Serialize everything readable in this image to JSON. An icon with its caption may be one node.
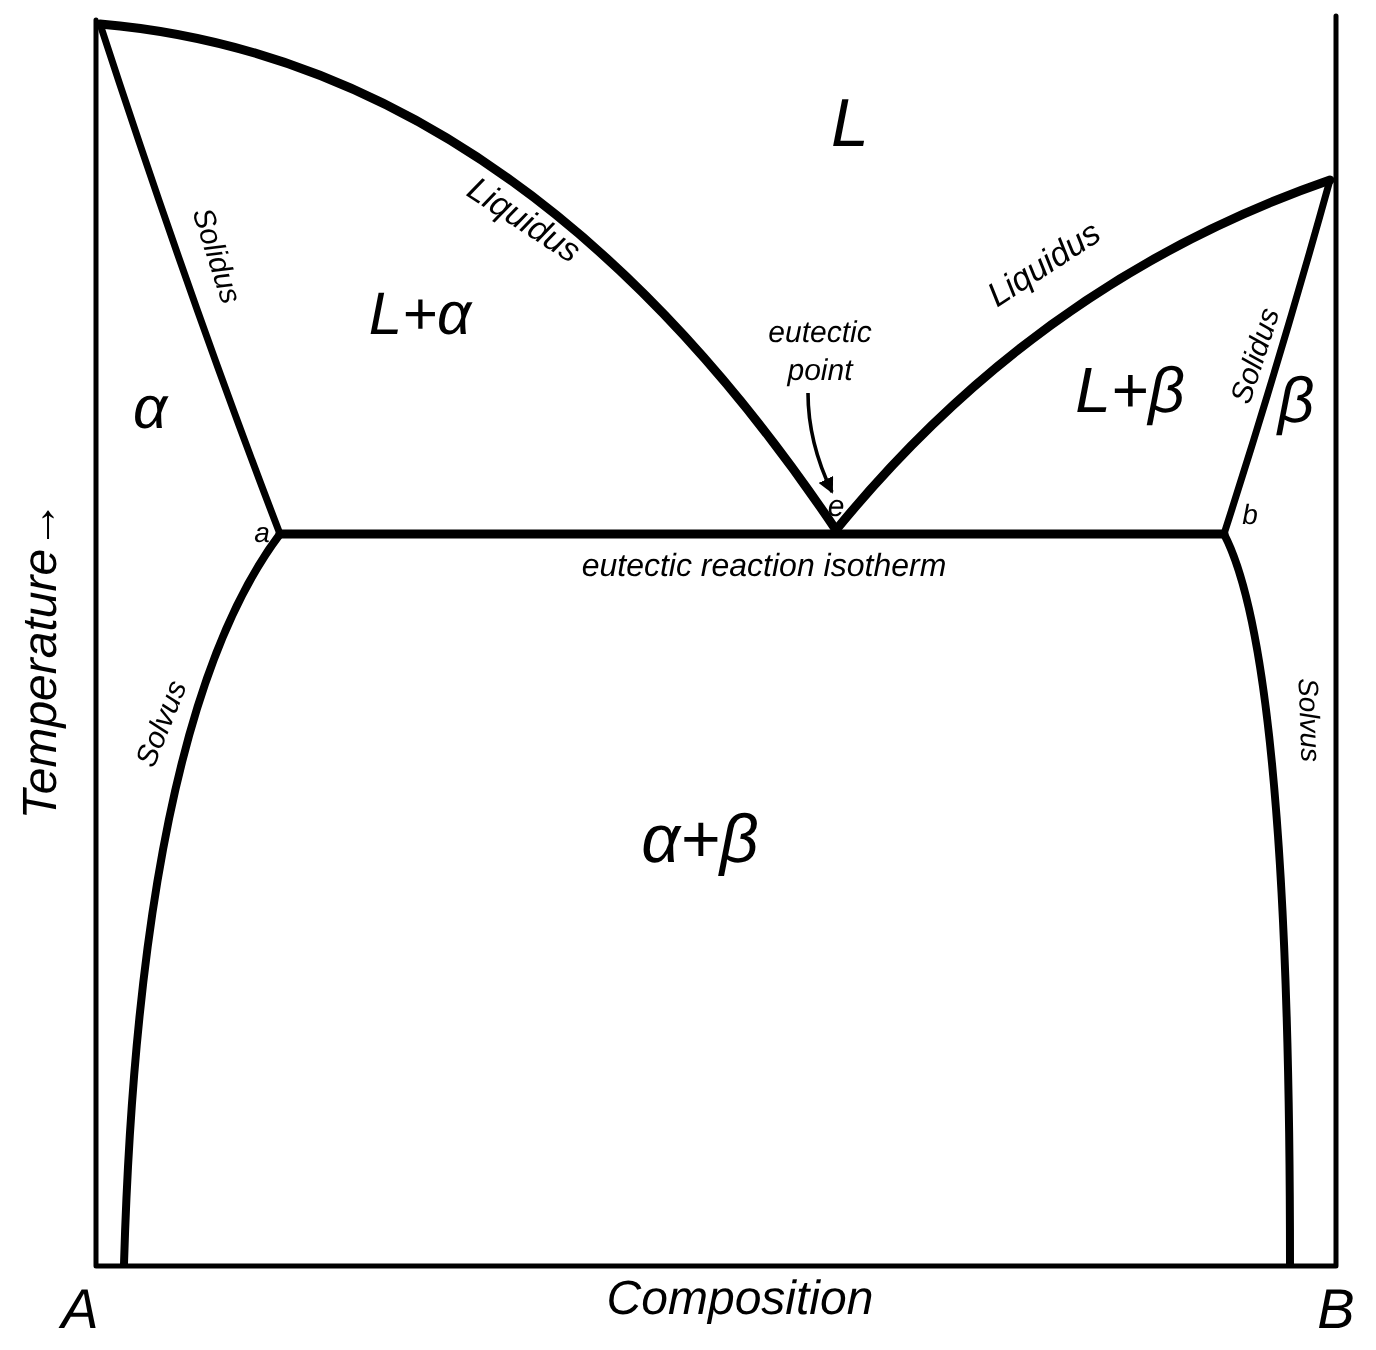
{
  "diagram": {
    "nodes": [
      {
        "text": [
          "eutectic point"
        ]
      },
      {
        "text": [
          "e"
        ]
      }
    ],
    "edges": [
      {
        "from": 0,
        "to": 1,
        "arrow": "to"
      }
    ],
    "labels": [
      "L",
      "Solidus",
      "Liquidus",
      "L+α",
      "Liquidus",
      "L+β",
      "Solidus",
      "α",
      "β",
      "a",
      "b",
      "eutectic reaction isotherm",
      "Solvus",
      "Solvus",
      "α+β",
      "Temperature→",
      "A",
      "Composition",
      "B"
    ]
  }
}
